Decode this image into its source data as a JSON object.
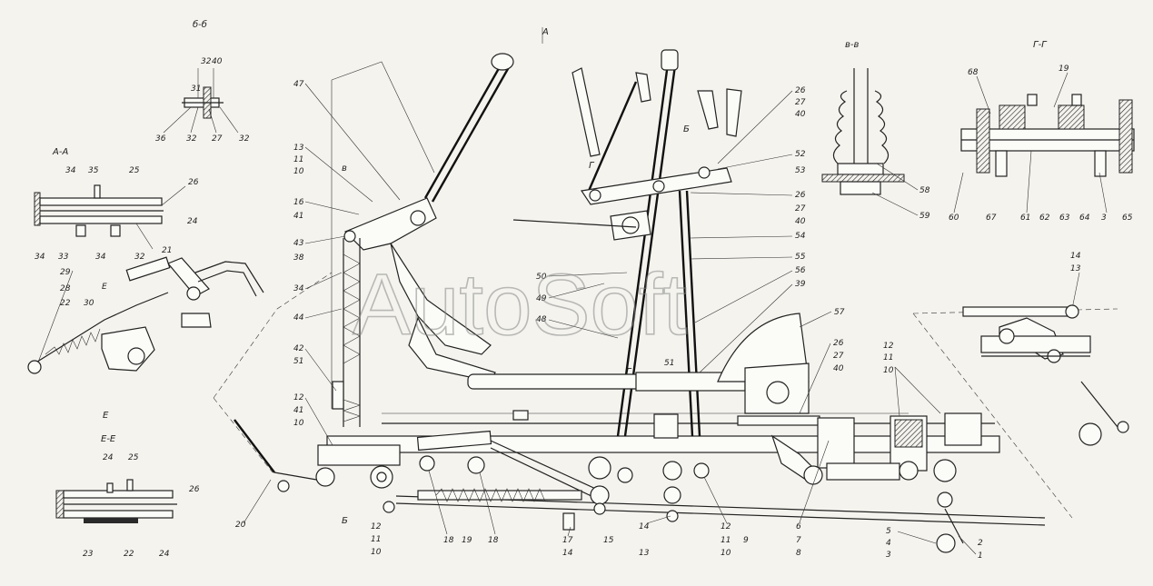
{
  "watermark": "AutoSoft",
  "section_labels": {
    "b_b": "б-б",
    "a_a": "А-А",
    "view_a": "А",
    "v_v": "в-в",
    "g_g": "Г-Г",
    "e_e": "Е-Е",
    "g_arrow": "Г",
    "e_arrow": "Е",
    "b_arrow": "Б",
    "a_small": "А",
    "v_arrow": "в",
    "b2_arrow": "Б"
  },
  "callouts": {
    "bb_32a": "32",
    "bb_40": "40",
    "bb_31": "31",
    "bb_36": "36",
    "bb_32b": "32",
    "bb_27": "27",
    "bb_32c": "32",
    "aa_34a": "34",
    "aa_35": "35",
    "aa_25": "25",
    "aa_26": "26",
    "aa_34b": "34",
    "aa_33": "33",
    "aa_34c": "34",
    "aa_32": "32",
    "aa_21": "21",
    "aa_24": "24",
    "l_29": "29",
    "l_28": "28",
    "l_22": "22",
    "l_30": "30",
    "ee_24": "24",
    "ee_25": "25",
    "ee_26": "26",
    "ee_23": "23",
    "ee_22": "22",
    "ee_24b": "24",
    "m_47": "47",
    "m_13": "13",
    "m_11a": "11",
    "m_10a": "10",
    "m_16": "16",
    "m_41": "41",
    "m_43": "43",
    "m_38": "38",
    "m_34": "34",
    "m_44": "44",
    "m_42": "42",
    "m_51a": "51",
    "m_12a": "12",
    "m_41b": "41",
    "m_10b": "10",
    "m_20": "20",
    "m_12b": "12",
    "m_11b": "11",
    "m_10c": "10",
    "m_18a": "18",
    "m_19": "19",
    "m_18b": "18",
    "m_17": "17",
    "m_14": "14",
    "m_15": "15",
    "m_13b": "13",
    "m_12c": "12",
    "m_11c": "11",
    "m_10d": "10",
    "m_9": "9",
    "r_26a": "26",
    "r_27a": "27",
    "r_40a": "40",
    "r_52": "52",
    "r_53": "53",
    "r_26b": "26",
    "r_27b": "27",
    "r_40b": "40",
    "r_54": "54",
    "r_55": "55",
    "r_56": "56",
    "r_39": "39",
    "r_57": "57",
    "r_50": "50",
    "r_49": "49",
    "r_48": "48",
    "r_51": "51",
    "r_26c": "26",
    "r_27c": "27",
    "r_40c": "40",
    "r_12": "12",
    "r_11": "11",
    "r_10": "10",
    "r_6": "6",
    "r_7": "7",
    "r_8": "8",
    "r_5": "5",
    "r_4": "4",
    "r_3": "3",
    "r_2": "2",
    "r_1": "1",
    "vv_58": "58",
    "vv_59": "59",
    "gg_68": "68",
    "gg_19": "19",
    "gg_60": "60",
    "gg_67": "67",
    "gg_61": "61",
    "gg_62": "62",
    "gg_63": "63",
    "gg_64": "64",
    "gg_3": "3",
    "gg_65": "65",
    "rr_14": "14",
    "rr_13": "13"
  }
}
